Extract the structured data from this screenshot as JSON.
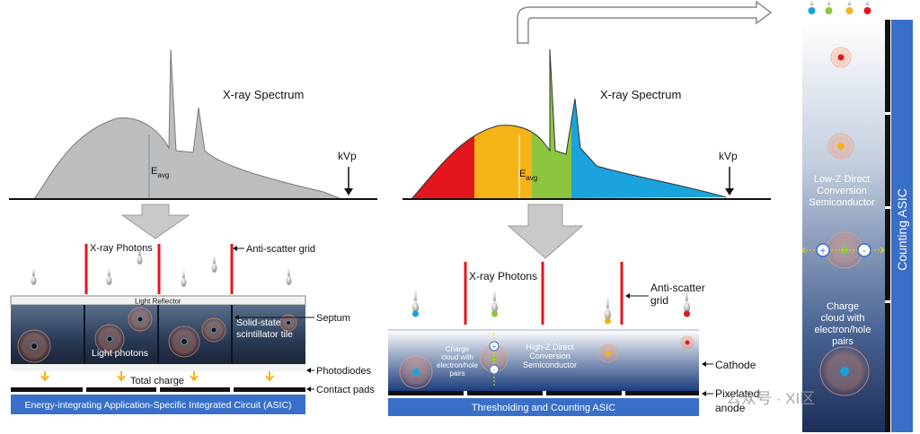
{
  "left": {
    "spectrum_title": "X-ray Spectrum",
    "eavg": "E",
    "eavg_sub": "avg",
    "kvp": "kVp",
    "photons": "X-ray Photons",
    "grid": "Anti-scatter grid",
    "reflector": "Light Reflector",
    "septum": "Septum",
    "tile_line1": "Solid-state",
    "tile_line2": "scintillator tile",
    "light_photons": "Light photons",
    "total_charge": "Total charge",
    "photodiodes": "Photodiodes",
    "contact_pads": "Contact pads",
    "asic": "Energy-integrating Application-Specific Integrated Circuit (ASIC)"
  },
  "middle": {
    "spectrum_title": "X-ray Spectrum",
    "eavg": "E",
    "eavg_sub": "avg",
    "kvp": "kVp",
    "photons": "X-ray Photons",
    "grid_line1": "Anti-scatter",
    "grid_line2": "grid",
    "cloud_line1": "Charge",
    "cloud_line2": "cloud with",
    "cloud_line3": "electron/hole",
    "cloud_line4": "pairs",
    "semi_line1": "High-Z Direct",
    "semi_line2": "Conversion",
    "semi_line3": "Semiconductor",
    "cathode": "Cathode",
    "anode_line1": "Pixelated",
    "anode_line2": "anode",
    "asic": "Thresholding and Counting ASIC"
  },
  "right": {
    "semi_line1": "Low-Z Direct",
    "semi_line2": "Conversion",
    "semi_line3": "Semiconductor",
    "cloud_line1": "Charge",
    "cloud_line2": "cloud with",
    "cloud_line3": "electron/hole",
    "cloud_line4": "pairs",
    "asic": "Counting ASIC",
    "plus": "+",
    "minus": "-"
  },
  "watermark": "公众号 · XI区",
  "colors": {
    "red": "#e3161e",
    "orange": "#f4b317",
    "green": "#8cc63f",
    "blue": "#1aa3dc",
    "spectrum_gray": "#bdbdbd",
    "asic_blue": "#3a6fc9"
  }
}
